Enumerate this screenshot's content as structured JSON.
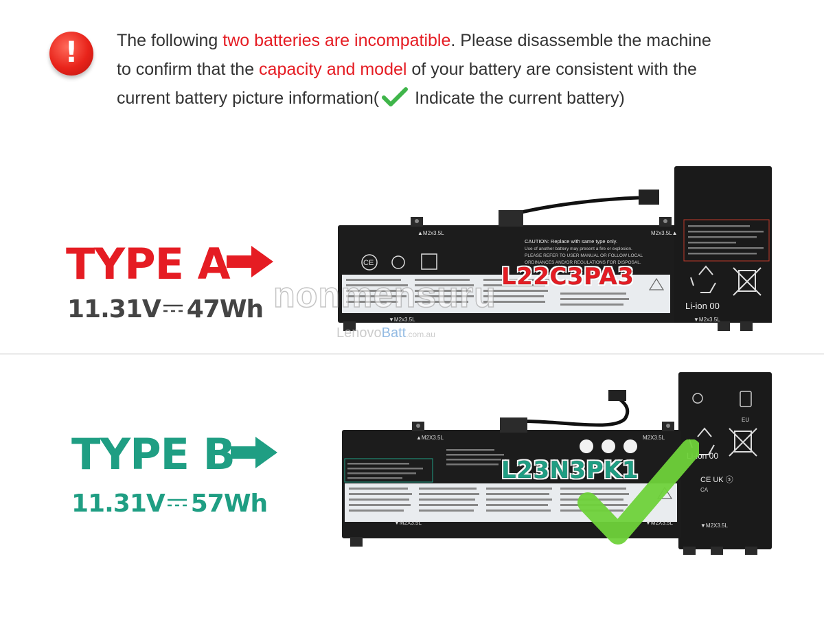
{
  "notice": {
    "icon": "exclamation-icon",
    "icon_glyph": "!",
    "line1_pre": "The following ",
    "line1_hl": "two batteries are incompatible",
    "line1_post": ". Please disassemble the machine",
    "line2_pre": "to confirm that the ",
    "line2_hl": "capacity and model",
    "line2_post": " of your battery are consistent with the",
    "line3_pre": "current battery picture information(",
    "line3_post": "Indicate the current battery)",
    "check_icon": "check-icon"
  },
  "type_a": {
    "title": "TYPE A",
    "voltage": "11.31V",
    "capacity": "47Wh",
    "model": "L22C3PA3",
    "label_m2": "M2x3.5L",
    "caution": "CAUTION: Replace with same type only.",
    "li_ion": "Li-ion 00"
  },
  "type_b": {
    "title": "TYPE B",
    "voltage": "11.31V",
    "capacity": "57Wh",
    "model": "L23N3PK1",
    "label_m2": "M2X3.5L",
    "li_ion": "Li-ion 00"
  },
  "watermark": {
    "main": "nonmensuru",
    "brand_a": "Lenovo",
    "brand_b": "Batt",
    "domain": ".com.au"
  },
  "colors": {
    "red": "#e51c23",
    "teal": "#1f9e83",
    "check_green": "#6fd23a"
  }
}
